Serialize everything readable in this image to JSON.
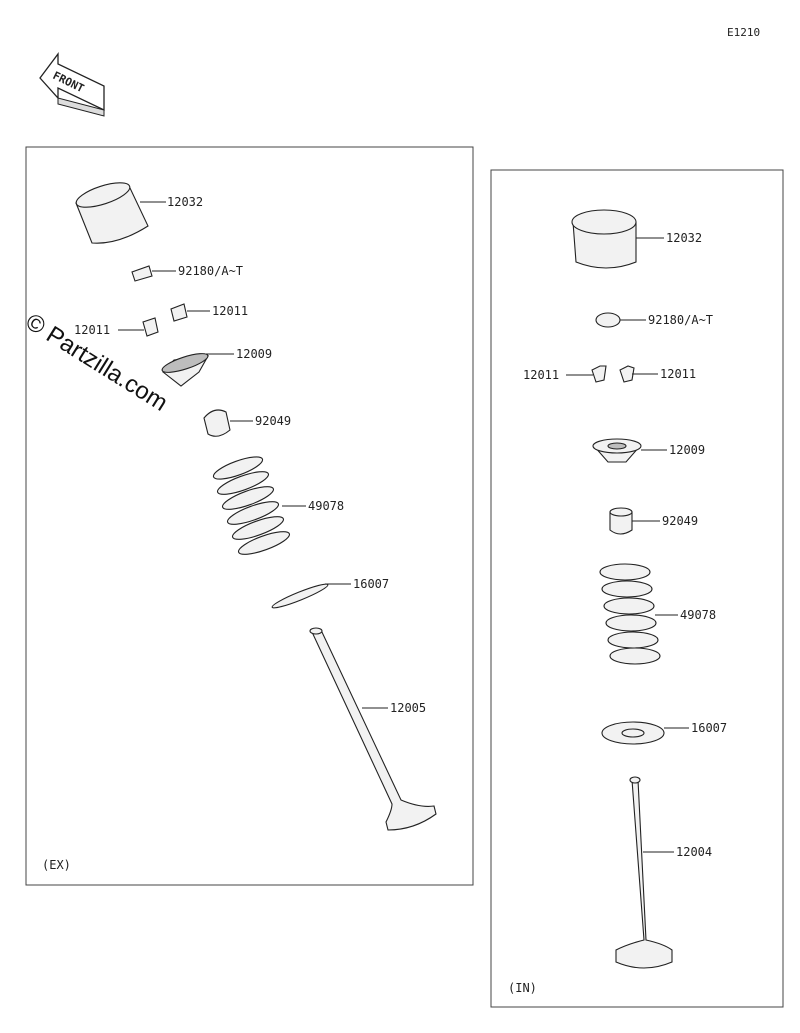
{
  "diagram_code": "E1210",
  "front_label": "FRONT",
  "watermark": "© Partzilla.com",
  "panels": {
    "exhaust": {
      "label": "(EX)",
      "parts": [
        {
          "id": "ex-12032",
          "number": "12032"
        },
        {
          "id": "ex-92180",
          "number": "92180/A~T"
        },
        {
          "id": "ex-12011a",
          "number": "12011"
        },
        {
          "id": "ex-12011b",
          "number": "12011"
        },
        {
          "id": "ex-12009",
          "number": "12009"
        },
        {
          "id": "ex-92049",
          "number": "92049"
        },
        {
          "id": "ex-49078",
          "number": "49078"
        },
        {
          "id": "ex-16007",
          "number": "16007"
        },
        {
          "id": "ex-12005",
          "number": "12005"
        }
      ]
    },
    "intake": {
      "label": "(IN)",
      "parts": [
        {
          "id": "in-12032",
          "number": "12032"
        },
        {
          "id": "in-92180",
          "number": "92180/A~T"
        },
        {
          "id": "in-12011a",
          "number": "12011"
        },
        {
          "id": "in-12011b",
          "number": "12011"
        },
        {
          "id": "in-12009",
          "number": "12009"
        },
        {
          "id": "in-92049",
          "number": "92049"
        },
        {
          "id": "in-49078",
          "number": "49078"
        },
        {
          "id": "in-16007",
          "number": "16007"
        },
        {
          "id": "in-12004",
          "number": "12004"
        }
      ]
    }
  }
}
